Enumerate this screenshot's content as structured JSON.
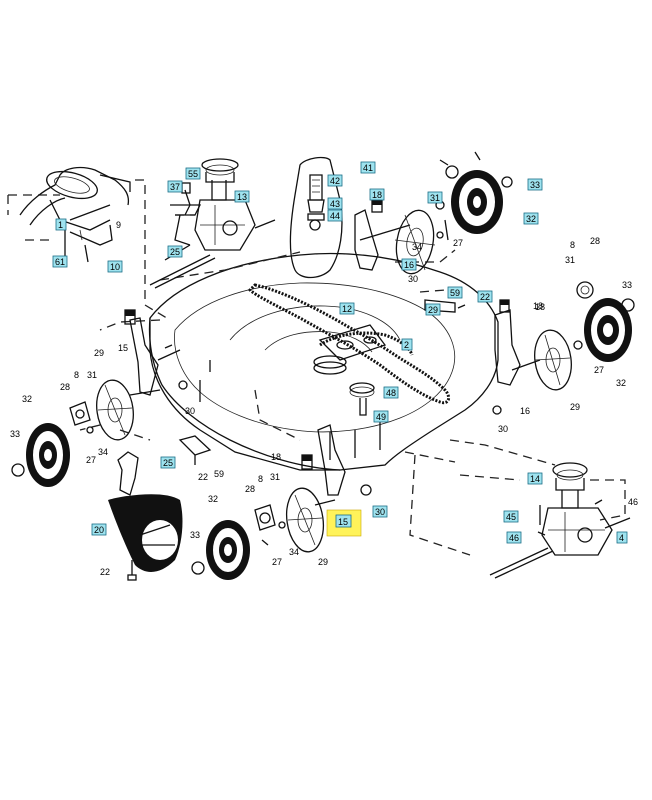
{
  "callouts": [
    {
      "text": "1",
      "boxed": true
    },
    {
      "text": "9",
      "boxed": false
    },
    {
      "text": "61",
      "boxed": true
    },
    {
      "text": "10",
      "boxed": true
    },
    {
      "text": "55",
      "boxed": true
    },
    {
      "text": "37",
      "boxed": true
    },
    {
      "text": "13",
      "boxed": true
    },
    {
      "text": "25",
      "boxed": true
    },
    {
      "text": "41",
      "boxed": true
    },
    {
      "text": "42",
      "boxed": true
    },
    {
      "text": "43",
      "boxed": true
    },
    {
      "text": "44",
      "boxed": true
    },
    {
      "text": "18",
      "boxed": true
    },
    {
      "text": "16",
      "boxed": true
    },
    {
      "text": "30",
      "boxed": false
    },
    {
      "text": "29",
      "boxed": true
    },
    {
      "text": "34",
      "boxed": false
    },
    {
      "text": "27",
      "boxed": false
    },
    {
      "text": "31",
      "boxed": true
    },
    {
      "text": "33",
      "boxed": true
    },
    {
      "text": "32",
      "boxed": true
    },
    {
      "text": "59",
      "boxed": true
    },
    {
      "text": "22",
      "boxed": true
    },
    {
      "text": "18",
      "boxed": false
    },
    {
      "text": "12",
      "boxed": true
    },
    {
      "text": "2",
      "boxed": true
    },
    {
      "text": "48",
      "boxed": true
    },
    {
      "text": "49",
      "boxed": true
    },
    {
      "text": "8",
      "boxed": false
    },
    {
      "text": "28",
      "boxed": false
    },
    {
      "text": "31",
      "boxed": false
    },
    {
      "text": "33",
      "boxed": false
    },
    {
      "text": "27",
      "boxed": false
    },
    {
      "text": "32",
      "boxed": false
    },
    {
      "text": "29",
      "boxed": false
    },
    {
      "text": "16",
      "boxed": false
    },
    {
      "text": "30",
      "boxed": false
    },
    {
      "text": "18",
      "boxed": false
    },
    {
      "text": "29",
      "boxed": false
    },
    {
      "text": "15",
      "boxed": false
    },
    {
      "text": "30",
      "boxed": false
    },
    {
      "text": "28",
      "boxed": false
    },
    {
      "text": "8",
      "boxed": false
    },
    {
      "text": "31",
      "boxed": false
    },
    {
      "text": "32",
      "boxed": false
    },
    {
      "text": "33",
      "boxed": false
    },
    {
      "text": "34",
      "boxed": false
    },
    {
      "text": "27",
      "boxed": false
    },
    {
      "text": "25",
      "boxed": true
    },
    {
      "text": "22",
      "boxed": false
    },
    {
      "text": "59",
      "boxed": false
    },
    {
      "text": "18",
      "boxed": false
    },
    {
      "text": "28",
      "boxed": false
    },
    {
      "text": "8",
      "boxed": false
    },
    {
      "text": "31",
      "boxed": false
    },
    {
      "text": "32",
      "boxed": false
    },
    {
      "text": "29",
      "boxed": false
    },
    {
      "text": "15",
      "boxed": false
    },
    {
      "text": "30",
      "boxed": true
    },
    {
      "text": "34",
      "boxed": false
    },
    {
      "text": "27",
      "boxed": false
    },
    {
      "text": "33",
      "boxed": false
    },
    {
      "text": "20",
      "boxed": true
    },
    {
      "text": "22",
      "boxed": false
    },
    {
      "text": "14",
      "boxed": true
    },
    {
      "text": "46",
      "boxed": false
    },
    {
      "text": "45",
      "boxed": true
    },
    {
      "text": "46",
      "boxed": true
    },
    {
      "text": "4",
      "boxed": true
    },
    {
      "text": "4",
      "boxed": false
    }
  ]
}
